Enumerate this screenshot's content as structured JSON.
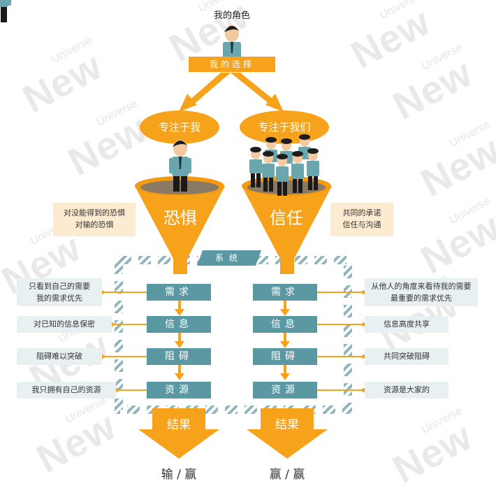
{
  "role_label": "我的角色",
  "choice_label": "我的选择",
  "focus_me": "专注于我",
  "focus_us": "专注于我们",
  "left_funnel": "恐惧",
  "right_funnel": "信任",
  "left_funnel_notes": [
    "对没能得到的恐惧",
    "对输的恐惧"
  ],
  "right_funnel_notes": [
    "共同的承诺",
    "信任与沟通"
  ],
  "system_label": "系统",
  "steps": [
    "需求",
    "信息",
    "阻碍",
    "资源"
  ],
  "left_notes": [
    [
      "只看到自己的需要",
      "我的需求优先"
    ],
    [
      "对已知的信息保密"
    ],
    [
      "阻碍难以突破"
    ],
    [
      "我只拥有自己的资源"
    ]
  ],
  "right_notes": [
    [
      "从他人的角度来看待我的需要",
      "最重要的需求优先"
    ],
    [
      "信息高度共享"
    ],
    [
      "共同突破阻碍"
    ],
    [
      "资源是大家的"
    ]
  ],
  "result_label": "结果",
  "left_outcome": "输 / 赢",
  "right_outcome": "赢 / 赢",
  "watermark": {
    "brand": "New",
    "sub": "Universe"
  },
  "colors": {
    "orange": "#f7a21b",
    "teal": "#5a99a3",
    "light_blue": "#e9f0f2",
    "peach": "#fdebd1",
    "shirt": "#6aa6ad"
  }
}
